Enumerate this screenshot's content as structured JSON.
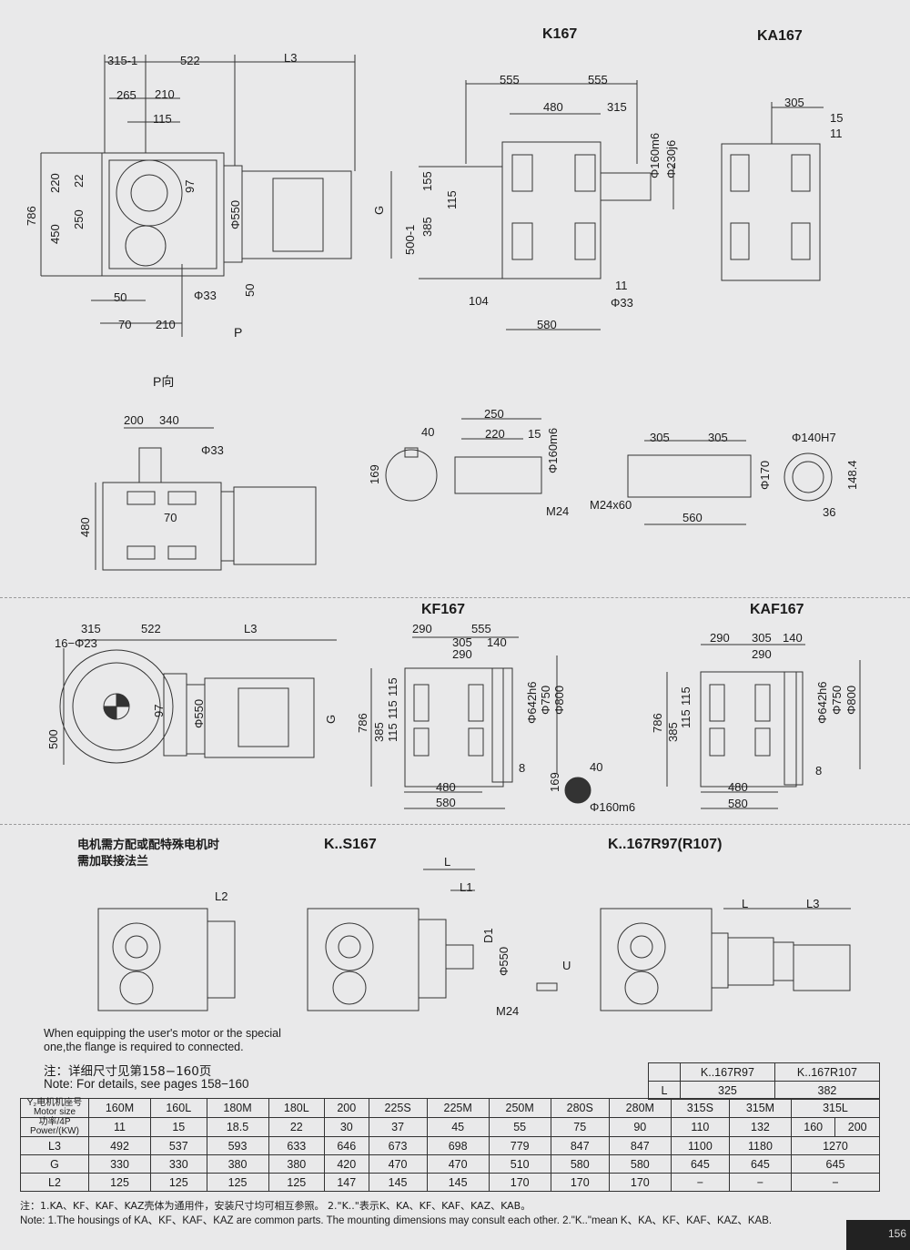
{
  "titles": {
    "k167": "K167",
    "ka167": "KA167",
    "kf167": "KF167",
    "kaf167": "KAF167",
    "ks167": "K..S167",
    "kr97": "K..167R97(R107)",
    "pdir": "P向",
    "p": "P"
  },
  "k167_dims": {
    "d315": "315-1",
    "d522": "522",
    "l3": "L3",
    "d265": "265",
    "d210a": "210",
    "d115": "115",
    "d786": "786",
    "d450": "450",
    "d220": "220",
    "d22": "22",
    "d250": "250",
    "d97": "97",
    "phi550": "Φ550",
    "g": "G",
    "d50a": "50",
    "phi33": "Φ33",
    "d50b": "50",
    "d70": "70",
    "d210b": "210"
  },
  "front_dims": {
    "d555a": "555",
    "d555b": "555",
    "d480": "480",
    "d315": "315",
    "phi160": "Φ160m6",
    "phi230": "Φ230j6",
    "d155": "155",
    "d115": "115",
    "d385": "385",
    "d500": "500-1",
    "d104": "104",
    "d580": "580",
    "d11": "11",
    "phi33": "Φ33"
  },
  "ka_dims": {
    "d305": "305",
    "d15": "15",
    "d11": "11"
  },
  "p_dims": {
    "d200": "200",
    "d340": "340",
    "phi33": "Φ33",
    "d480": "480",
    "d70": "70"
  },
  "shaft_dims": {
    "d250": "250",
    "d40": "40",
    "d220": "220",
    "d15": "15",
    "d169": "169",
    "phi160": "Φ160m6",
    "m24": "M24"
  },
  "hollow_dims": {
    "d305a": "305",
    "d305b": "305",
    "phi140": "Φ140H7",
    "phi170": "Φ170",
    "d148": "148.4",
    "m24x60": "M24x60",
    "d560": "560",
    "d36": "36"
  },
  "kf_dims": {
    "d315": "315",
    "d522": "522",
    "l3": "L3",
    "d16": "16−Φ23",
    "d500": "500",
    "d97": "97",
    "phi550": "Φ550",
    "g": "G"
  },
  "kf_front": {
    "d290": "290",
    "d555": "555",
    "d305": "305",
    "d290b": "290",
    "d140": "140",
    "d115a": "115",
    "d115b": "115",
    "d115c": "115",
    "d786": "786",
    "d385": "385",
    "phi642": "Φ642h6",
    "phi750": "Φ750",
    "phi800": "Φ800",
    "d8": "8",
    "d480": "480",
    "d580": "580",
    "d40": "40",
    "d169": "169",
    "phi160": "Φ160m6"
  },
  "kaf_front": {
    "d290": "290",
    "d305": "305",
    "d140": "140",
    "d290b": "290",
    "d115a": "115",
    "d115b": "115",
    "d786": "786",
    "d385": "385",
    "phi642": "Φ642h6",
    "phi750": "Φ750",
    "phi800": "Φ800",
    "d8": "8",
    "d480": "480",
    "d580": "580"
  },
  "bottom_draw": {
    "l2": "L2",
    "l": "L",
    "l1": "L1",
    "d1": "D1",
    "phi550": "Φ550",
    "m24": "M24",
    "u": "U",
    "l_r": "L",
    "l3_r": "L3"
  },
  "notes": {
    "cn_motor": "电机需方配或配特殊电机时",
    "cn_motor2": "需加联接法兰",
    "en_motor": "When equipping the user's motor or the special",
    "en_motor2": "one,the flange is required to connected.",
    "cn_detail": "注：详细尺寸见第158−160页",
    "en_detail": "Note: For details, see pages 158−160",
    "cn_foot": "注：1.KA、KF、KAF、KAZ壳体为通用件，安装尺寸均可相互参照。  2.\"K..\"表示K、KA、KF、KAF、KAZ、KAB。",
    "en_foot": "Note: 1.The housings of KA、KF、KAF、KAZ are common parts. The mounting dimensions may consult each other.     2.\"K..\"mean K、KA、KF、KAF、KAZ、KAB."
  },
  "l_table": {
    "h1": "K..167R97",
    "h2": "K..167R107",
    "label": "L",
    "v1": "325",
    "v2": "382"
  },
  "main_table": {
    "row_heads": [
      "Y₂电机机座号 Motor size",
      "功率/4P Power/(KW)",
      "L3",
      "G",
      "L2"
    ],
    "motor": [
      "160M",
      "160L",
      "180M",
      "180L",
      "200",
      "225S",
      "225M",
      "250M",
      "280S",
      "280M",
      "315S",
      "315M",
      "315L"
    ],
    "power": [
      "11",
      "15",
      "18.5",
      "22",
      "30",
      "37",
      "45",
      "55",
      "75",
      "90",
      "110",
      "132",
      "160",
      "200"
    ],
    "L3": [
      "492",
      "537",
      "593",
      "633",
      "646",
      "673",
      "698",
      "779",
      "847",
      "847",
      "1100",
      "1180",
      "1270"
    ],
    "G": [
      "330",
      "330",
      "380",
      "380",
      "420",
      "470",
      "470",
      "510",
      "580",
      "580",
      "645",
      "645",
      "645"
    ],
    "L2": [
      "125",
      "125",
      "125",
      "125",
      "147",
      "145",
      "145",
      "170",
      "170",
      "170",
      "−",
      "−",
      "−"
    ]
  },
  "pageno": "156"
}
